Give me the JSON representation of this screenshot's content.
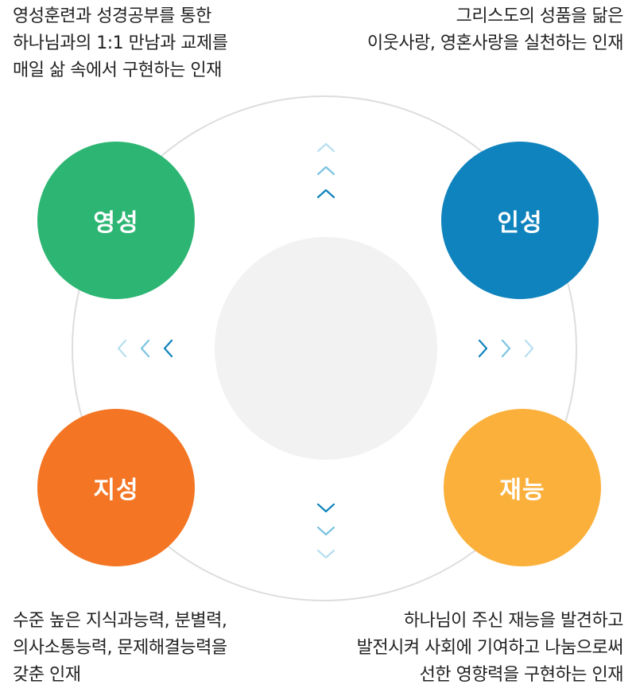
{
  "colors": {
    "spirituality": "#2db673",
    "character": "#0f83bd",
    "intellect": "#f47523",
    "talent": "#fbb03b",
    "ring": "#dddddd",
    "center": "#f2f2f2",
    "arrow_dark": "#0f83bd",
    "arrow_mid": "#7cc3e2",
    "arrow_light": "#b7dff0"
  },
  "nodes": {
    "top_left": {
      "label": "영성"
    },
    "top_right": {
      "label": "인성"
    },
    "bottom_left": {
      "label": "지성"
    },
    "bottom_right": {
      "label": "재능"
    }
  },
  "descriptions": {
    "top_left": [
      "영성훈련과 성경공부를 통한",
      "하나님과의 1:1 만남과 교제를",
      "매일 삶 속에서 구현하는 인재"
    ],
    "top_right": [
      "그리스도의 성품을 닮은",
      "이웃사랑, 영혼사랑을 실천하는 인재"
    ],
    "bottom_left": [
      "수준 높은 지식과능력, 분별력,",
      "의사소통능력, 문제해결능력을",
      "갖춘 인재"
    ],
    "bottom_right": [
      "하나님이 주신 재능을 발견하고",
      "발전시켜 사회에 기여하고 나눔으로써",
      "선한 영향력을 구현하는 인재"
    ]
  },
  "arrow_icons": {
    "up": "chevron-up-icon",
    "down": "chevron-down-icon",
    "left": "chevron-left-icon",
    "right": "chevron-right-icon"
  }
}
